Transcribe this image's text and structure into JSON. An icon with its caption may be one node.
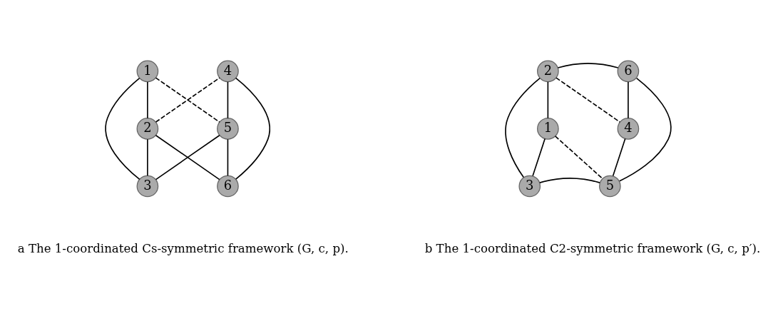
{
  "diagram": {
    "nodes": [
      {
        "text": [
          "1"
        ]
      },
      {
        "text": [
          "2"
        ]
      },
      {
        "text": [
          "3"
        ]
      },
      {
        "text": [
          "4"
        ]
      },
      {
        "text": [
          "5"
        ]
      },
      {
        "text": [
          "6"
        ]
      },
      {
        "text": [
          "2"
        ]
      },
      {
        "text": [
          "6"
        ]
      },
      {
        "text": [
          "4"
        ]
      },
      {
        "text": [
          "1"
        ]
      },
      {
        "text": [
          "3"
        ]
      },
      {
        "text": [
          "5"
        ]
      }
    ],
    "edges": [
      {
        "from": 0,
        "to": 1,
        "arrow": "none"
      },
      {
        "from": 0,
        "to": 2,
        "arrow": "none"
      },
      {
        "from": 0,
        "to": 4,
        "arrow": "none",
        "style": "dashed"
      },
      {
        "from": 1,
        "to": 3,
        "arrow": "none",
        "style": "dashed"
      },
      {
        "from": 1,
        "to": 2,
        "arrow": "none"
      },
      {
        "from": 1,
        "to": 5,
        "arrow": "none"
      },
      {
        "from": 2,
        "to": 4,
        "arrow": "none"
      },
      {
        "from": 3,
        "to": 4,
        "arrow": "none"
      },
      {
        "from": 3,
        "to": 5,
        "arrow": "none"
      },
      {
        "from": 4,
        "to": 5,
        "arrow": "none"
      },
      {
        "from": 6,
        "to": 7,
        "arrow": "none"
      },
      {
        "from": 6,
        "to": 9,
        "arrow": "none"
      },
      {
        "from": 6,
        "to": 10,
        "arrow": "none"
      },
      {
        "from": 6,
        "to": 8,
        "arrow": "none",
        "style": "dashed"
      },
      {
        "from": 7,
        "to": 8,
        "arrow": "none"
      },
      {
        "from": 7,
        "to": 11,
        "arrow": "none"
      },
      {
        "from": 8,
        "to": 11,
        "arrow": "none"
      },
      {
        "from": 9,
        "to": 10,
        "arrow": "none"
      },
      {
        "from": 9,
        "to": 11,
        "arrow": "none",
        "style": "dashed"
      },
      {
        "from": 10,
        "to": 11,
        "arrow": "none"
      }
    ],
    "labels": [
      "a The 1-coordinated Cs-symmetric framework (G, c, p).",
      "b The 1-coordinated C2-symmetric framework (G, c, p′)."
    ]
  }
}
